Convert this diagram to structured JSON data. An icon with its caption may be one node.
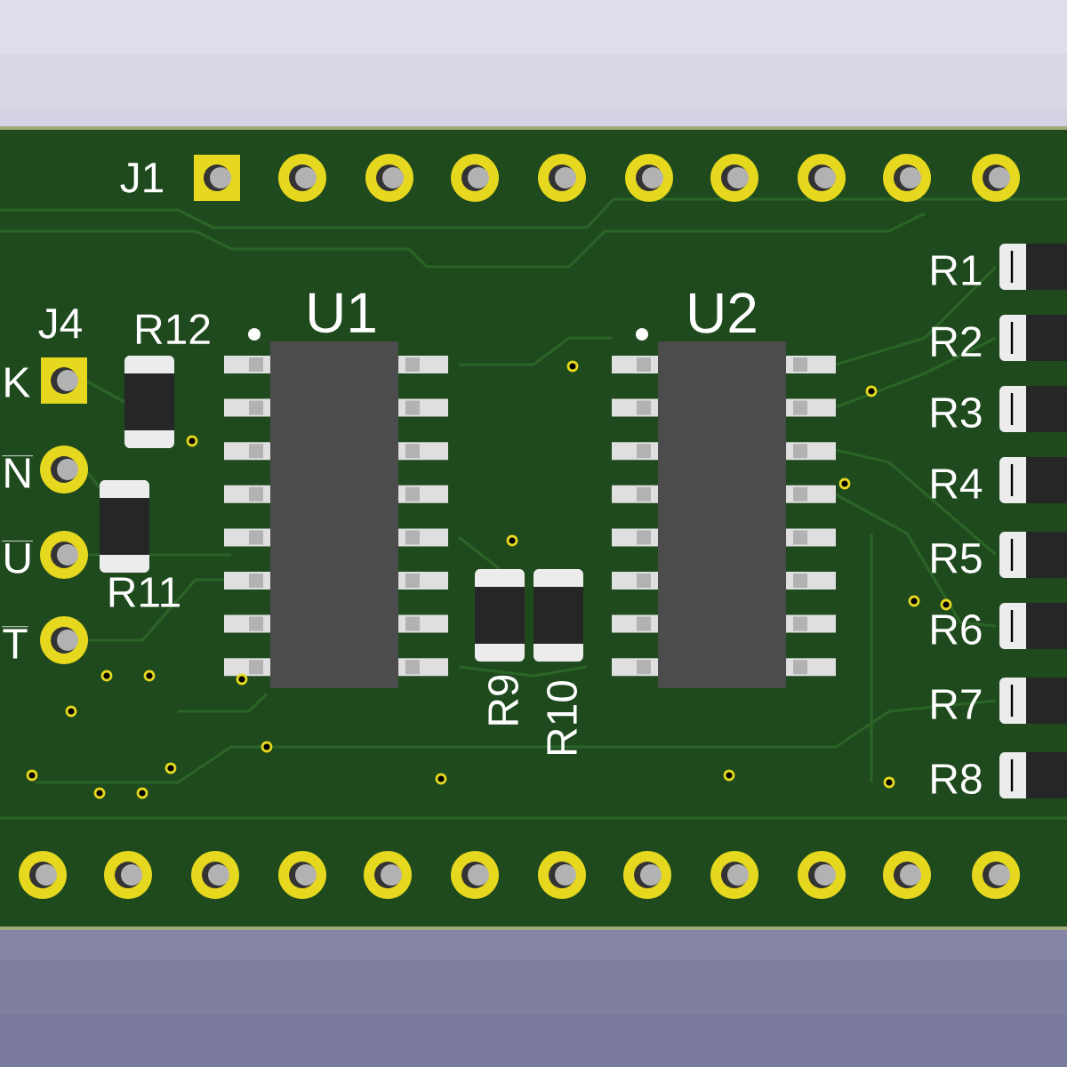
{
  "diagram": {
    "labels": [
      "J1",
      "J4",
      "R12",
      "U1",
      "U2",
      "R1",
      "K",
      "R2",
      "R3",
      "N",
      "R4",
      "U",
      "R5",
      "R11",
      "R6",
      "T",
      "R7",
      "R9",
      "R10",
      "R8"
    ]
  }
}
